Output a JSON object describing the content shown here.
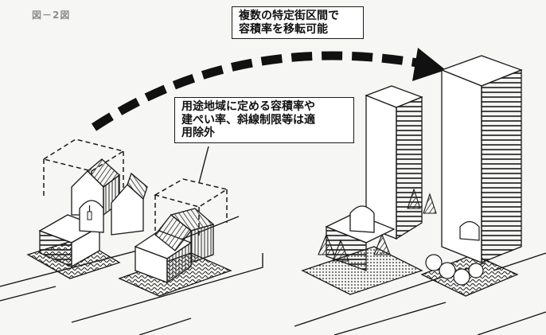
{
  "figure_label": "図－2図",
  "transfer_note": {
    "lines": [
      "複数の特定街区間で",
      "容積率を移転可能"
    ]
  },
  "exemption_note": {
    "lines": [
      "用途地域に定める容積率や",
      "建ぺい率、斜線制限等は適",
      "用除外"
    ]
  },
  "colors": {
    "ink": "#1a1a1a",
    "paper": "#f6f6f4",
    "hatch": "#2a2a2a"
  }
}
